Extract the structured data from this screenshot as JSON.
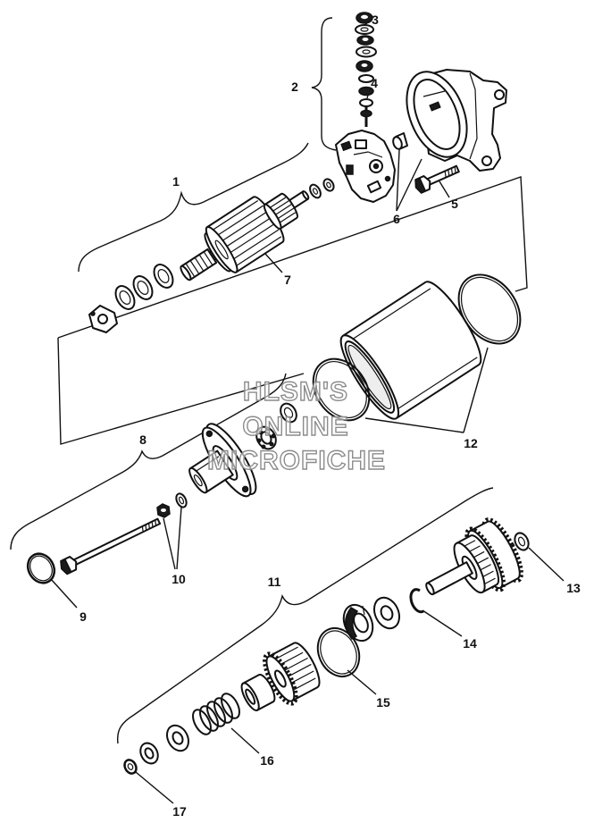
{
  "callouts": {
    "c1": "1",
    "c2": "2",
    "c3": "3",
    "c4": "4",
    "c5": "5",
    "c6": "6",
    "c7": "7",
    "c8": "8",
    "c9": "9",
    "c10": "10",
    "c11": "11",
    "c12": "12",
    "c13": "13",
    "c14": "14",
    "c15": "15",
    "c16": "16",
    "c17": "17"
  },
  "watermark": {
    "line1": "HLSM'S",
    "line2": "ONLINE",
    "line3": "MICROFICHE"
  }
}
